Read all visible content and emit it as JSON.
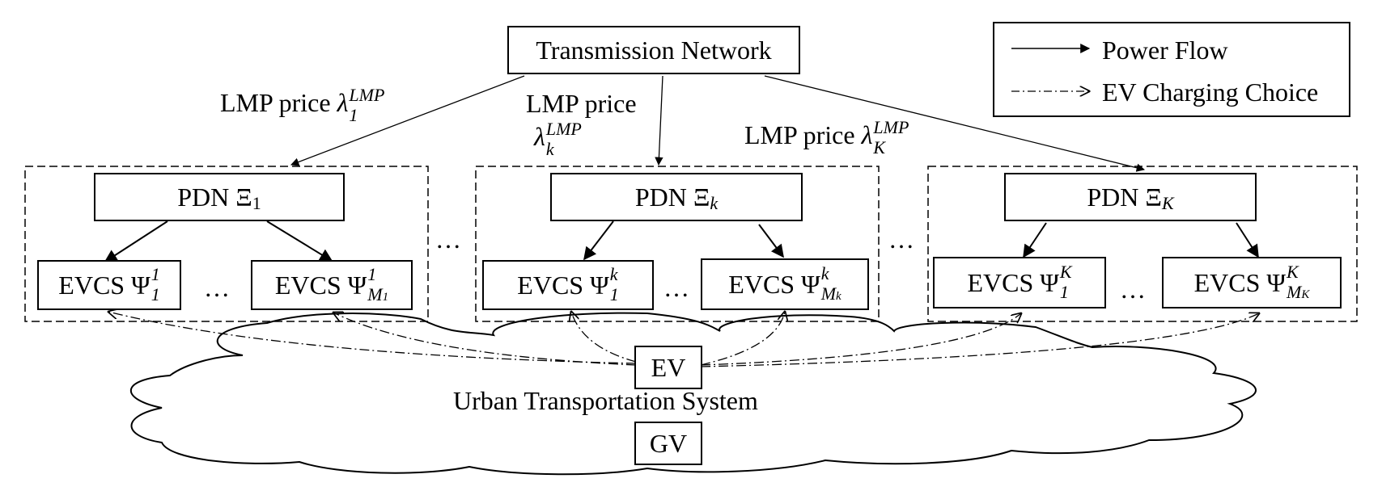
{
  "transmission": {
    "label": "Transmission Network"
  },
  "legend": {
    "power_flow": "Power Flow",
    "ev_choice": "EV Charging Choice"
  },
  "lmp": {
    "prefix": "LMP price",
    "symbol": "λ",
    "superscript": "LMP",
    "sub_1": "1",
    "sub_k": "k",
    "sub_K": "K"
  },
  "pdn": {
    "label": "PDN Ξ",
    "subs": [
      "1",
      "k",
      "K"
    ]
  },
  "evcs": {
    "label": "EVCS Ψ",
    "items": [
      {
        "sup": "1",
        "sub": "1"
      },
      {
        "sup": "1",
        "sub": "M",
        "subsub": "1"
      },
      {
        "sup": "k",
        "sub": "1"
      },
      {
        "sup": "k",
        "sub": "M",
        "subsub": "k"
      },
      {
        "sup": "K",
        "sub": "1"
      },
      {
        "sup": "K",
        "sub": "M",
        "subsub": "K"
      }
    ]
  },
  "ellipsis": "…",
  "uts": {
    "label": "Urban Transportation System",
    "ev": "EV",
    "gv": "GV"
  }
}
